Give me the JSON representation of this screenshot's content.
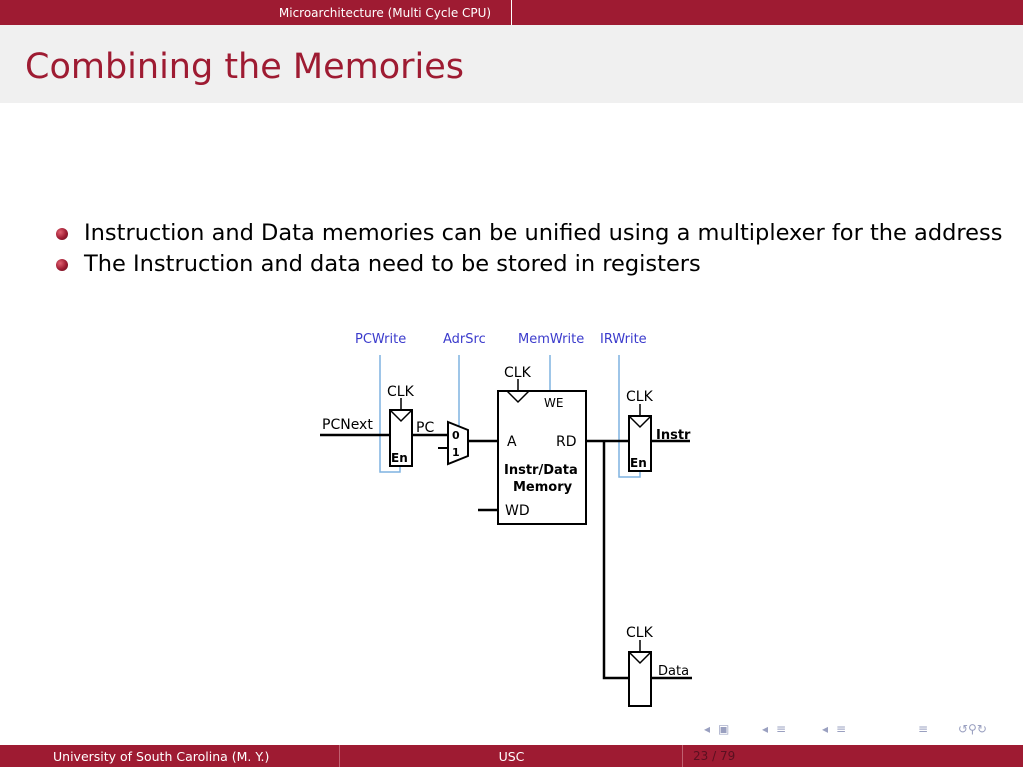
{
  "header": {
    "section_title": "Microarchitecture (Multi Cycle CPU)"
  },
  "slide": {
    "title": "Combining the Memories",
    "bullets": [
      "Instruction and Data memories can be unified using a multiplexer for the address",
      "The Instruction and data need to be stored in registers"
    ]
  },
  "diagram": {
    "control_signals": [
      "PCWrite",
      "AdrSrc",
      "MemWrite",
      "IRWrite"
    ],
    "pcnext": "PCNext",
    "pc": "PC",
    "clk": "CLK",
    "en": "En",
    "mux_in0": "0",
    "mux_in1": "1",
    "we": "WE",
    "port_a": "A",
    "port_rd": "RD",
    "port_wd": "WD",
    "mem_label_instr": "Instr/",
    "mem_label_data": "Data",
    "mem_label_memory": "Memory",
    "instr": "Instr",
    "data": "Data"
  },
  "colors": {
    "accent": "#9e1b32",
    "control_blue": "#3b3bcc",
    "control_wire": "#7fb2e0"
  },
  "navigation": {
    "icons": [
      "nav-first-icon",
      "nav-frame-icon",
      "nav-prev-icon",
      "nav-section-icon",
      "nav-next-icon",
      "nav-subsection-icon",
      "nav-align-icon",
      "nav-search-icon"
    ]
  },
  "footer": {
    "author": "University of South Carolina  (M. Y.)",
    "institute": "USC",
    "page": "23 / 79"
  }
}
